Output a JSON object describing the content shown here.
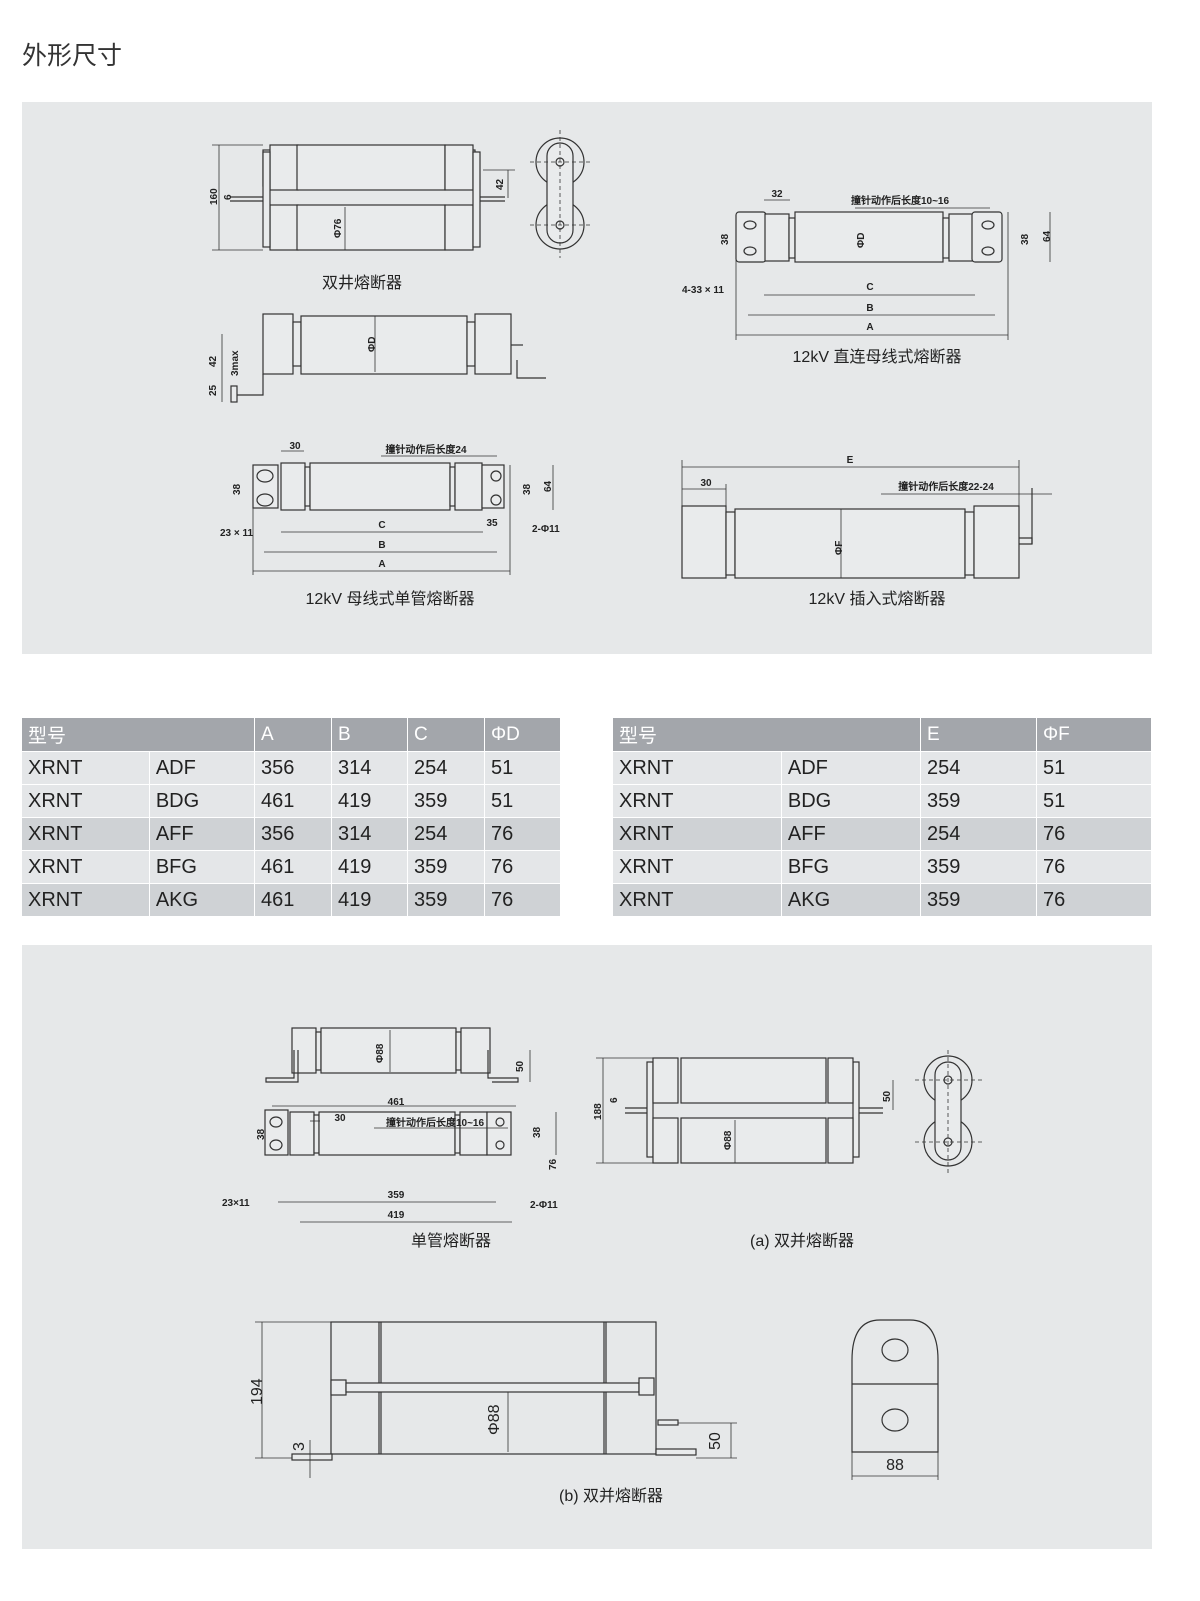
{
  "page_title": "外形尺寸",
  "panel1": {
    "d1": {
      "caption": "双井熔断器",
      "h": "160",
      "gap": "6",
      "dia": "Φ76",
      "offset": "42"
    },
    "d2": {
      "h1": "42",
      "h2": "25",
      "tol": "3max",
      "dia": "ΦD"
    },
    "d3": {
      "caption": "12kV 直连母线式熔断器",
      "cap_len": "32",
      "striker": "撞针动作后长度10~16",
      "dia": "ΦD",
      "hole_l": "38",
      "hole_r": "38",
      "width": "64",
      "C": "C",
      "B": "B",
      "A": "A",
      "holes": "4-33 × 11"
    },
    "d4": {
      "caption": "12kV 母线式单管熔断器",
      "cap_len": "30",
      "striker": "撞针动作后长度24",
      "hole_l": "38",
      "hole_r": "38",
      "width": "64",
      "C": "C",
      "B": "B",
      "A": "A",
      "slot": "23 × 11",
      "end": "35",
      "holes": "2-Φ11"
    },
    "d5": {
      "caption": "12kV 插入式熔断器",
      "E": "E",
      "cap_len": "30",
      "striker": "撞针动作后长度22-24",
      "dia": "ΦF"
    }
  },
  "table_left": {
    "headers": [
      "型号",
      "A",
      "B",
      "C",
      "ΦD"
    ],
    "rows": [
      [
        "XRNT",
        "ADF",
        "356",
        "314",
        "254",
        "51"
      ],
      [
        "XRNT",
        "BDG",
        "461",
        "419",
        "359",
        "51"
      ],
      [
        "XRNT",
        "AFF",
        "356",
        "314",
        "254",
        "76"
      ],
      [
        "XRNT",
        "BFG",
        "461",
        "419",
        "359",
        "76"
      ],
      [
        "XRNT",
        "AKG",
        "461",
        "419",
        "359",
        "76"
      ]
    ]
  },
  "table_right": {
    "headers": [
      "型号",
      "E",
      "ΦF"
    ],
    "rows": [
      [
        "XRNT",
        "ADF",
        "254",
        "51"
      ],
      [
        "XRNT",
        "BDG",
        "359",
        "51"
      ],
      [
        "XRNT",
        "AFF",
        "254",
        "76"
      ],
      [
        "XRNT",
        "BFG",
        "359",
        "76"
      ],
      [
        "XRNT",
        "AKG",
        "359",
        "76"
      ]
    ]
  },
  "panel2": {
    "s1": {
      "dia": "Φ88",
      "h": "50"
    },
    "s2": {
      "caption": "单管熔断器",
      "total": "461",
      "cap_len": "30",
      "striker": "撞针动作后长度10~16",
      "hole_l": "38",
      "hole_r": "38",
      "width": "76",
      "C": "359",
      "B": "419",
      "slot": "23×11",
      "holes": "2-Φ11"
    },
    "da": {
      "caption": "(a) 双并熔断器",
      "h": "188",
      "gap": "6",
      "dia": "Φ88",
      "offset": "50"
    },
    "db": {
      "caption": "(b) 双并熔断器",
      "h": "194",
      "base": "3",
      "dia": "Φ88",
      "offset": "50",
      "side_w": "88"
    }
  }
}
